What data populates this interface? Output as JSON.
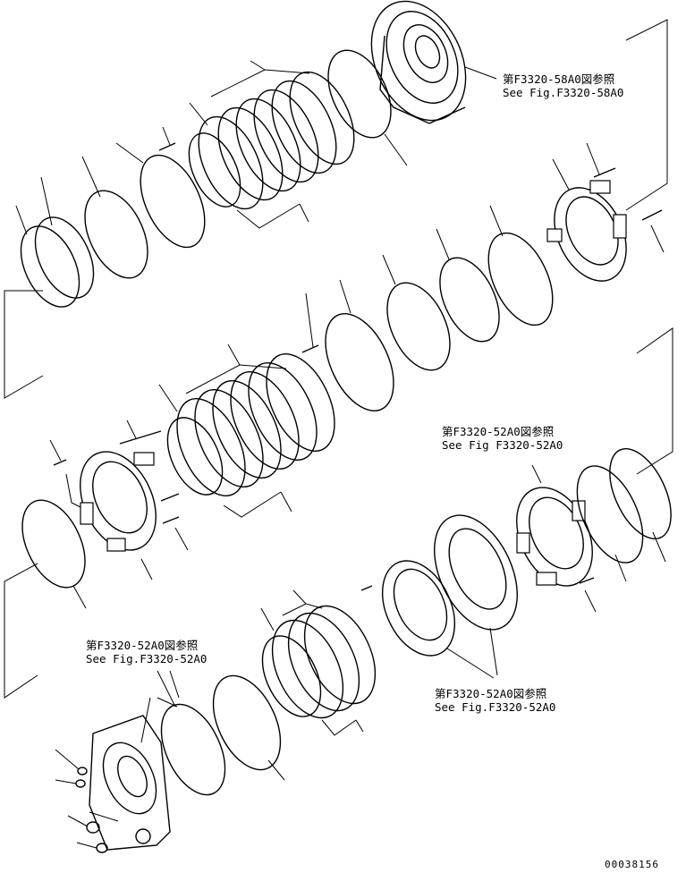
{
  "references": [
    {
      "id": "ref-58a0",
      "jp": "第F3320-58A0図参照",
      "en": "See Fig.F3320-58A0"
    },
    {
      "id": "ref-52a0-mid",
      "jp": "第F3320-52A0図参照",
      "en": "See Fig F3320-52A0"
    },
    {
      "id": "ref-52a0-left",
      "jp": "第F3320-52A0図参照",
      "en": "See Fig.F3320-52A0"
    },
    {
      "id": "ref-52a0-bottom",
      "jp": "第F3320-52A0図参照",
      "en": "See Fig.F3320-52A0"
    }
  ],
  "doc_number": "00038156"
}
